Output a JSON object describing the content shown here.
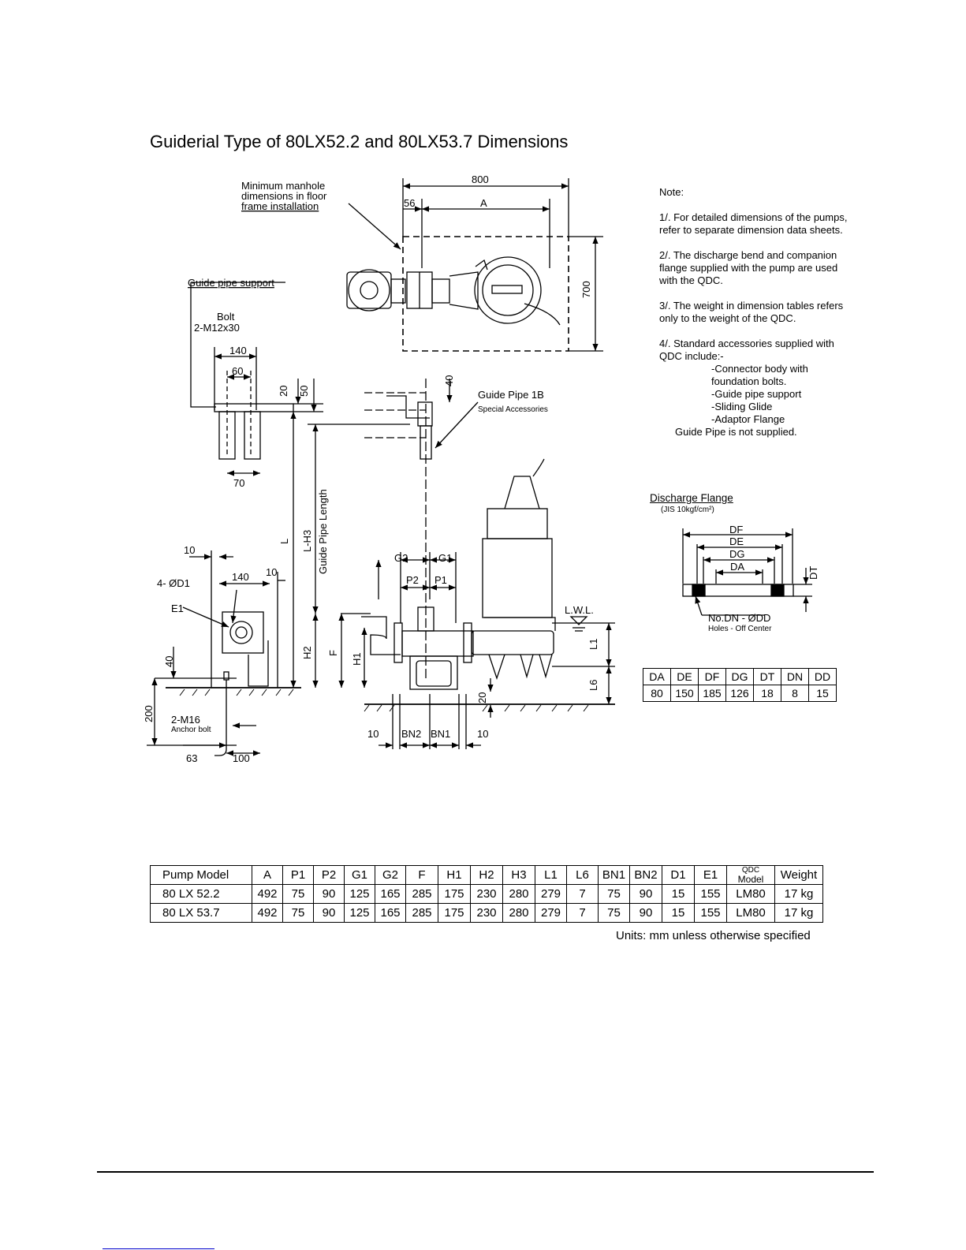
{
  "title": "Guiderial Type of 80LX52.2 and 80LX53.7 Dimensions",
  "labels": {
    "manhole_1": "Minimum manhole",
    "manhole_2": "dimensions in floor",
    "manhole_3": "frame installation",
    "dim_800": "800",
    "dim_56": "56",
    "dim_a": "A",
    "dim_700": "700",
    "guide_pipe_support": "Guide pipe support",
    "bolt": "Bolt",
    "bolt_spec": "2-M12x30",
    "dim_140_top": "140",
    "dim_60": "60",
    "dim_20": "20",
    "dim_50": "50",
    "dim_70": "70",
    "dim_40_top": "40",
    "guide_pipe_1b": "Guide Pipe 1B",
    "special_accessories": "Special Accessories",
    "dim_l": "L",
    "dim_l_h3": "L-H3",
    "guide_pipe_length": "Guide Pipe Length",
    "dim_10_left": "10",
    "dim_4_d1": "4- ØD1",
    "dim_140_mid": "140",
    "dim_10_mid": "10",
    "dim_e1": "E1",
    "dim_40_left": "40",
    "dim_200": "200",
    "anchor_spec": "2-M16",
    "anchor_bolt": "Anchor bolt",
    "dim_63": "63",
    "dim_100": "100",
    "dim_h2": "H2",
    "dim_f": "F",
    "dim_h1": "H1",
    "dim_g2": "G2",
    "dim_g1": "G1",
    "dim_p2": "P2",
    "dim_p1": "P1",
    "dim_10_bn_l": "10",
    "dim_bn2": "BN2",
    "dim_bn1": "BN1",
    "dim_10_bn_r": "10",
    "dim_20_bottom": "20",
    "lwl": "L.W.L.",
    "dim_l1": "L1",
    "dim_l6": "L6"
  },
  "notes": {
    "heading": "Note:",
    "n1": "1/. For detailed dimensions of the pumps, refer to separate dimension data sheets.",
    "n2": "2/. The discharge bend and companion flange supplied with the pump are used with the QDC.",
    "n3": "3/. The weight in dimension tables refers only to the weight of the QDC.",
    "n4": "4/. Standard accessories supplied with QDC include:-",
    "items": [
      "-Connector body with foundation bolts.",
      "-Guide pipe support",
      "-Sliding Glide",
      "-Adaptor Flange"
    ],
    "n4_last": "Guide Pipe is not supplied."
  },
  "flange": {
    "heading": "Discharge Flange",
    "standard": "(JIS 10kgf/cm²)",
    "df": "DF",
    "de": "DE",
    "dg": "DG",
    "da": "DA",
    "dt": "DT",
    "holes": "No.DN - ØDD",
    "holes_sub": "Holes - Off Center",
    "table_headers": [
      "DA",
      "DE",
      "DF",
      "DG",
      "DT",
      "DN",
      "DD"
    ],
    "table_values": [
      "80",
      "150",
      "185",
      "126",
      "18",
      "8",
      "15"
    ]
  },
  "dimension_table": {
    "headers": [
      "Pump Model",
      "A",
      "P1",
      "P2",
      "G1",
      "G2",
      "F",
      "H1",
      "H2",
      "H3",
      "L1",
      "L6",
      "BN1",
      "BN2",
      "D1",
      "E1",
      "QDC",
      "Model",
      "Weight"
    ],
    "rows": [
      [
        "80 LX 52.2",
        "492",
        "75",
        "90",
        "125",
        "165",
        "285",
        "175",
        "230",
        "280",
        "279",
        "7",
        "75",
        "90",
        "15",
        "155",
        "LM80",
        "17 kg"
      ],
      [
        "80 LX 53.7",
        "492",
        "75",
        "90",
        "125",
        "165",
        "285",
        "175",
        "230",
        "280",
        "279",
        "7",
        "75",
        "90",
        "15",
        "155",
        "LM80",
        "17 kg"
      ]
    ],
    "units": "Units: mm unless otherwise specified"
  }
}
